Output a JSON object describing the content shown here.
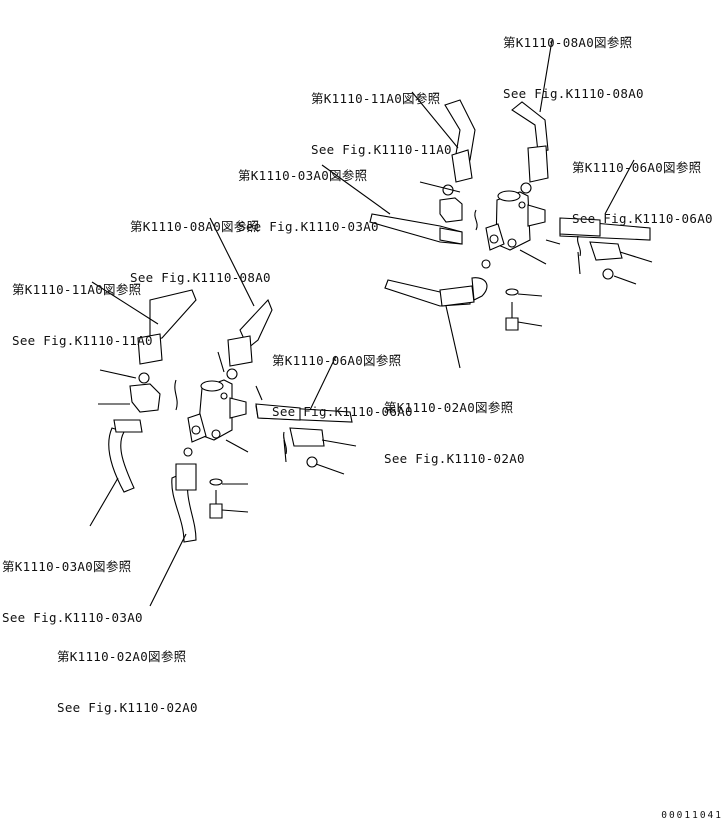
{
  "callouts": [
    {
      "jp": "第K1110-08A0図参照",
      "en": "See Fig.K1110-08A0"
    },
    {
      "jp": "第K1110-11A0図参照",
      "en": "See Fig.K1110-11A0"
    },
    {
      "jp": "第K1110-06A0図参照",
      "en": "See Fig.K1110-06A0"
    },
    {
      "jp": "第K1110-03A0図参照",
      "en": "See Fig.K1110-03A0"
    },
    {
      "jp": "第K1110-08A0図参照",
      "en": "See Fig.K1110-08A0"
    },
    {
      "jp": "第K1110-11A0図参照",
      "en": "See Fig.K1110-11A0"
    },
    {
      "jp": "第K1110-06A0図参照",
      "en": "See Fig.K1110-06A0"
    },
    {
      "jp": "第K1110-02A0図参照",
      "en": "See Fig.K1110-02A0"
    },
    {
      "jp": "第K1110-03A0図参照",
      "en": "See Fig.K1110-03A0"
    },
    {
      "jp": "第K1110-02A0図参照",
      "en": "See Fig.K1110-02A0"
    }
  ],
  "drawing_code": "00011041"
}
